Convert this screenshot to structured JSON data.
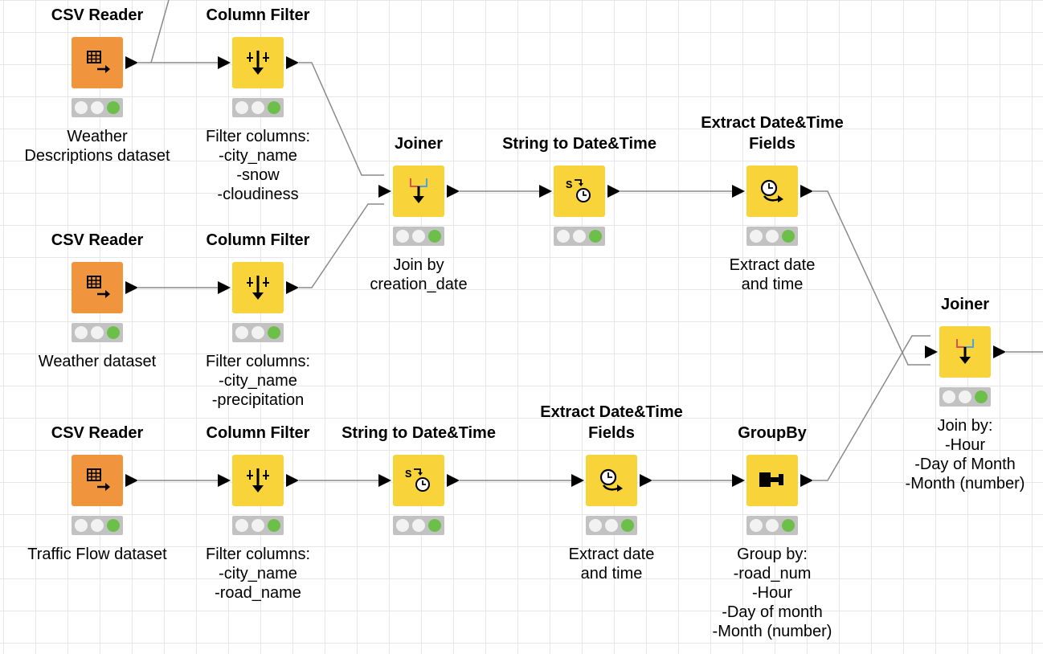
{
  "workflow": {
    "nodes": {
      "csv1": {
        "title": "CSV Reader",
        "description": "Weather\nDescriptions dataset",
        "icon": "csv-reader-icon"
      },
      "csv2": {
        "title": "CSV Reader",
        "description": "Weather dataset",
        "icon": "csv-reader-icon"
      },
      "csv3": {
        "title": "CSV Reader",
        "description": "Traffic Flow dataset",
        "icon": "csv-reader-icon"
      },
      "cf1": {
        "title": "Column Filter",
        "description": "Filter columns:\n-city_name\n-snow\n-cloudiness",
        "icon": "column-filter-icon"
      },
      "cf2": {
        "title": "Column Filter",
        "description": "Filter columns:\n-city_name\n-precipitation",
        "icon": "column-filter-icon"
      },
      "cf3": {
        "title": "Column Filter",
        "description": "Filter columns:\n-city_name\n-road_name",
        "icon": "column-filter-icon"
      },
      "joiner1": {
        "title": "Joiner",
        "description": "Join by\ncreation_date",
        "icon": "joiner-icon"
      },
      "s2dt1": {
        "title": "String to Date&Time",
        "description": "",
        "icon": "string-to-datetime-icon"
      },
      "s2dt2": {
        "title": "String to Date&Time",
        "description": "",
        "icon": "string-to-datetime-icon"
      },
      "extract1": {
        "title": "Extract Date&Time\nFields",
        "description": "Extract date\nand time",
        "icon": "extract-datetime-icon"
      },
      "extract2": {
        "title": "Extract Date&Time\nFields",
        "description": "Extract date\nand time",
        "icon": "extract-datetime-icon"
      },
      "groupby": {
        "title": "GroupBy",
        "description": "Group by:\n-road_num\n-Hour\n-Day of month\n-Month (number)",
        "icon": "groupby-icon"
      },
      "joiner2": {
        "title": "Joiner",
        "description": "Join by:\n-Hour\n-Day of Month\n-Month (number)",
        "icon": "joiner-icon"
      }
    },
    "status": "executed",
    "colors": {
      "reader": "#f0943e",
      "manipulator": "#f8d33a",
      "status_ok": "#6cc04a",
      "wire": "#8a8a8a"
    }
  }
}
